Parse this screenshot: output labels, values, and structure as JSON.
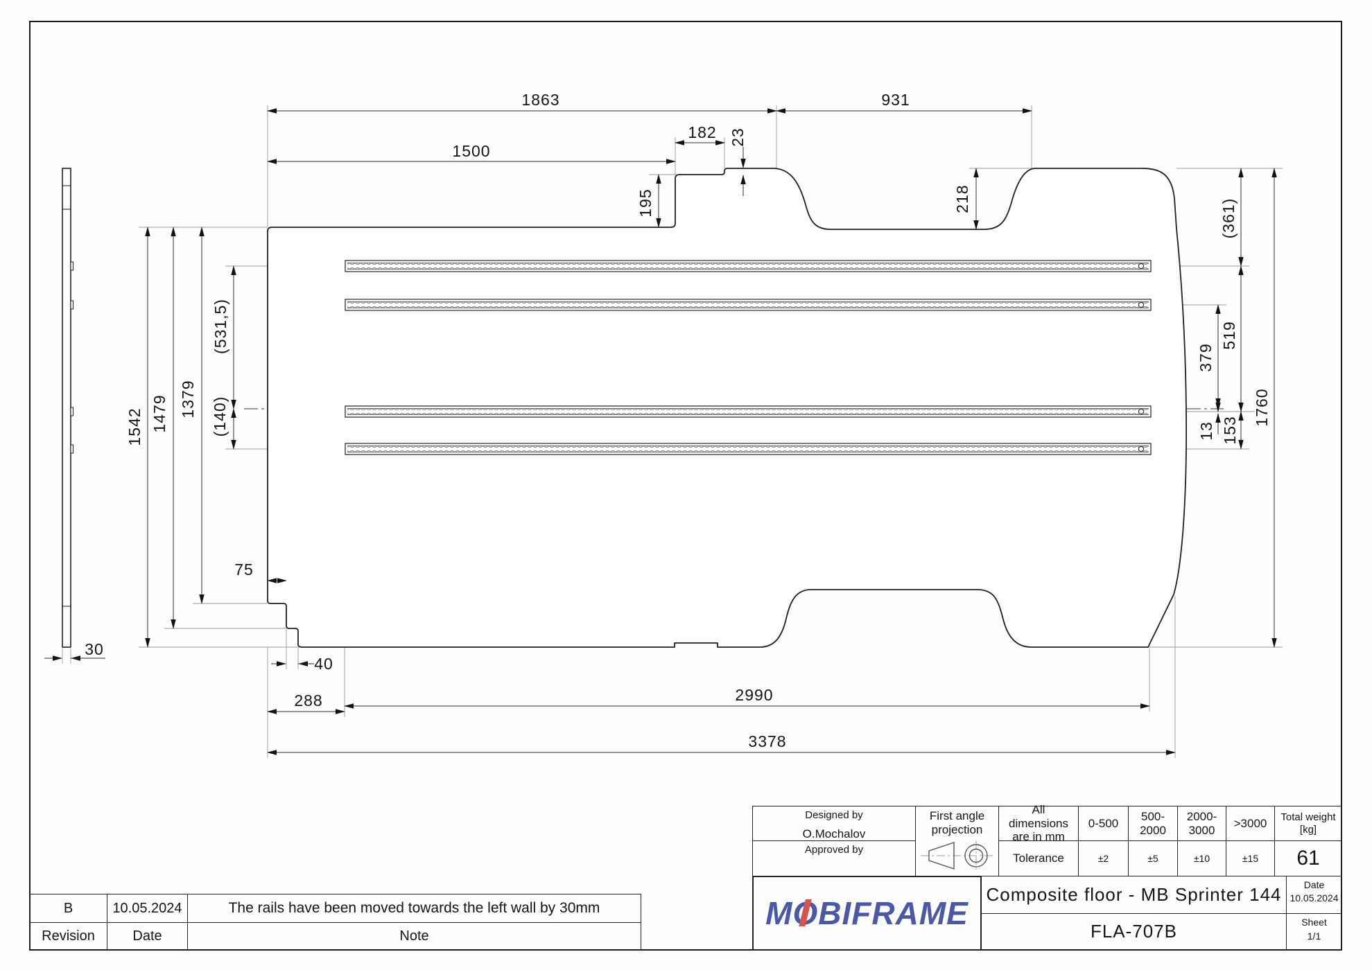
{
  "sheet": {
    "background": "#fefefe",
    "frame_color": "#1a1a1a"
  },
  "drawing": {
    "part": "floor-plan-view",
    "dimensions": {
      "d1863": "1863",
      "d1500": "1500",
      "d182": "182",
      "d23": "23",
      "d931": "931",
      "d195": "195",
      "d218": "218",
      "d361": "(361)",
      "d519": "519",
      "d379": "379",
      "d13": "13",
      "d153": "153",
      "d1760": "1760",
      "d1542": "1542",
      "d1479": "1479",
      "d1379": "1379",
      "d531_5": "(531,5)",
      "d140": "(140)",
      "d75": "75",
      "d40": "40",
      "d288": "288",
      "d2990": "2990",
      "d3378": "3378",
      "d30": "30"
    }
  },
  "title_block": {
    "designed_by_label": "Designed by",
    "designed_by_value": "O.Mochalov",
    "approved_by_label": "Approved by",
    "projection_label": "First angle projection",
    "dimensions_note": "All dimensions are in mm",
    "tolerance_label": "Tolerance",
    "tolerance_ranges": [
      "0-500",
      "500-2000",
      "2000-3000",
      ">3000"
    ],
    "tolerance_values": [
      "±2",
      "±5",
      "±10",
      "±15"
    ],
    "weight_label": "Total weight [kg]",
    "weight_value": "61",
    "logo": {
      "m": "M",
      "o": "O",
      "rest": "BIFRAME",
      "blue": "#4a58a8",
      "red": "#d9534f"
    },
    "part_name": "Composite floor - MB Sprinter 144",
    "part_number": "FLA-707B",
    "date_label": "Date",
    "date_value": "10.05.2024",
    "sheet_label": "Sheet",
    "sheet_value": "1/1"
  },
  "revision_table": {
    "header": {
      "revision": "Revision",
      "date": "Date",
      "note": "Note"
    },
    "rows": [
      {
        "revision": "B",
        "date": "10.05.2024",
        "note": "The rails have been moved towards the left wall by 30mm"
      }
    ]
  }
}
